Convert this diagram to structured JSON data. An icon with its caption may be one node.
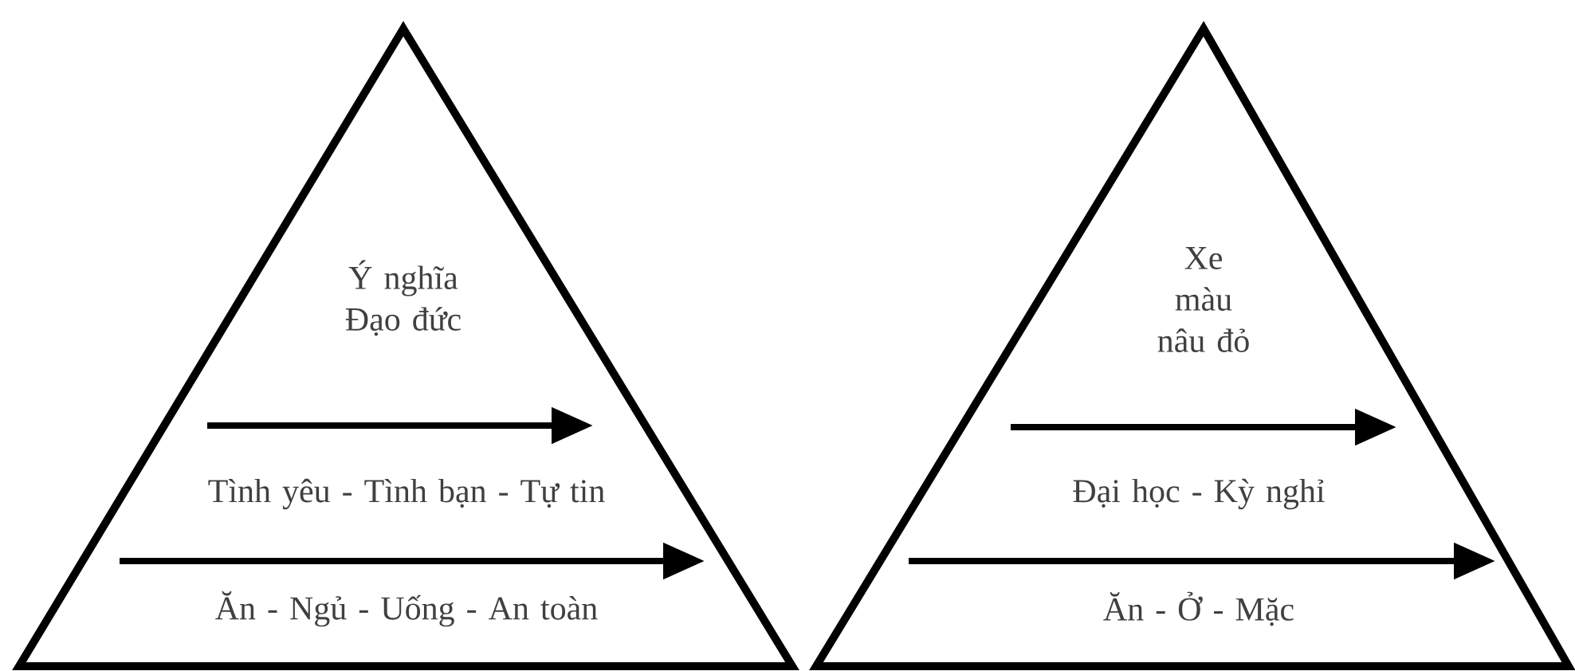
{
  "diagram": {
    "nodes": [
      {
        "text": [],
        "shape": "triangle"
      },
      {
        "text": [
          "Ý nghĩa Đạo đức"
        ],
        "in": 0
      },
      {
        "text": [
          "Tình yêu - Tình bạn - Tự tin"
        ],
        "in": 0
      },
      {
        "text": [
          "Ăn - Ngủ - Uống - An toàn"
        ],
        "in": 0
      },
      {
        "text": [],
        "shape": "triangle"
      },
      {
        "text": [
          "Xe màu nâu đỏ"
        ],
        "in": 4
      },
      {
        "text": [
          "Đại học - Kỳ nghỉ"
        ],
        "in": 4
      },
      {
        "text": [
          "Ăn - Ở - Mặc"
        ],
        "in": 4
      }
    ]
  }
}
